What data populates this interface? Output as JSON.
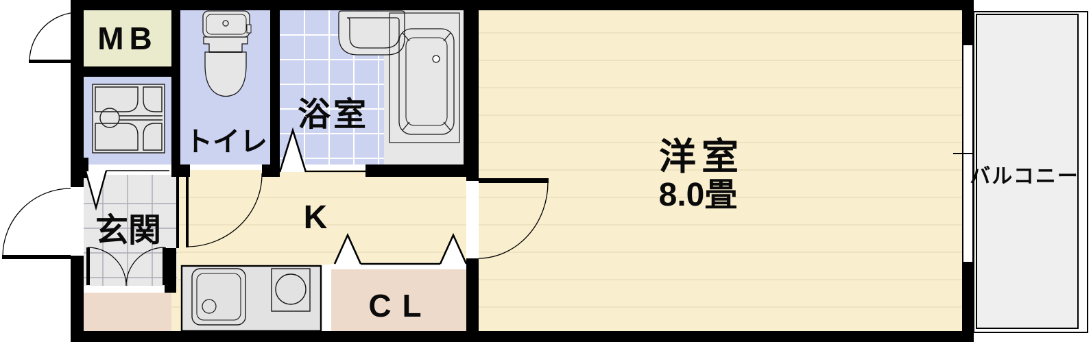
{
  "floorplan": {
    "rooms": {
      "meter_box": {
        "label": "MB"
      },
      "toilet": {
        "label": "トイレ"
      },
      "bathroom": {
        "label": "浴室"
      },
      "entrance": {
        "label": "玄関"
      },
      "kitchen": {
        "label": "K"
      },
      "closet": {
        "label": "CL"
      },
      "western_room": {
        "label": "洋室",
        "size": "8.0畳"
      },
      "balcony": {
        "label": "バルコニー"
      }
    },
    "fixtures": [
      "washing-machine-pan-icon",
      "toilet-icon",
      "washbasin-icon",
      "bathtub-icon",
      "kitchen-sink-icon",
      "stove-icon",
      "sliding-window-icon",
      "entrance-door-swing",
      "meter-box-door-swing",
      "toilet-door-swing",
      "room-door-swing",
      "bathroom-folding-door",
      "closet-folding-doors",
      "entrance-double-doors"
    ],
    "colors": {
      "wall": "#000000",
      "flooring": "#f9efcf",
      "floor_line": "#e8dbb8",
      "wet_area": "#ccd3f0",
      "tile_grid": "#ffffff",
      "meter_box": "#eaeacd",
      "closet": "#eedacb",
      "entrance_tile": "#e8e8e8",
      "entrance_grid": "#a9aab6",
      "fixture_fill": "#e6e6e6",
      "balcony": "#efefef"
    }
  }
}
